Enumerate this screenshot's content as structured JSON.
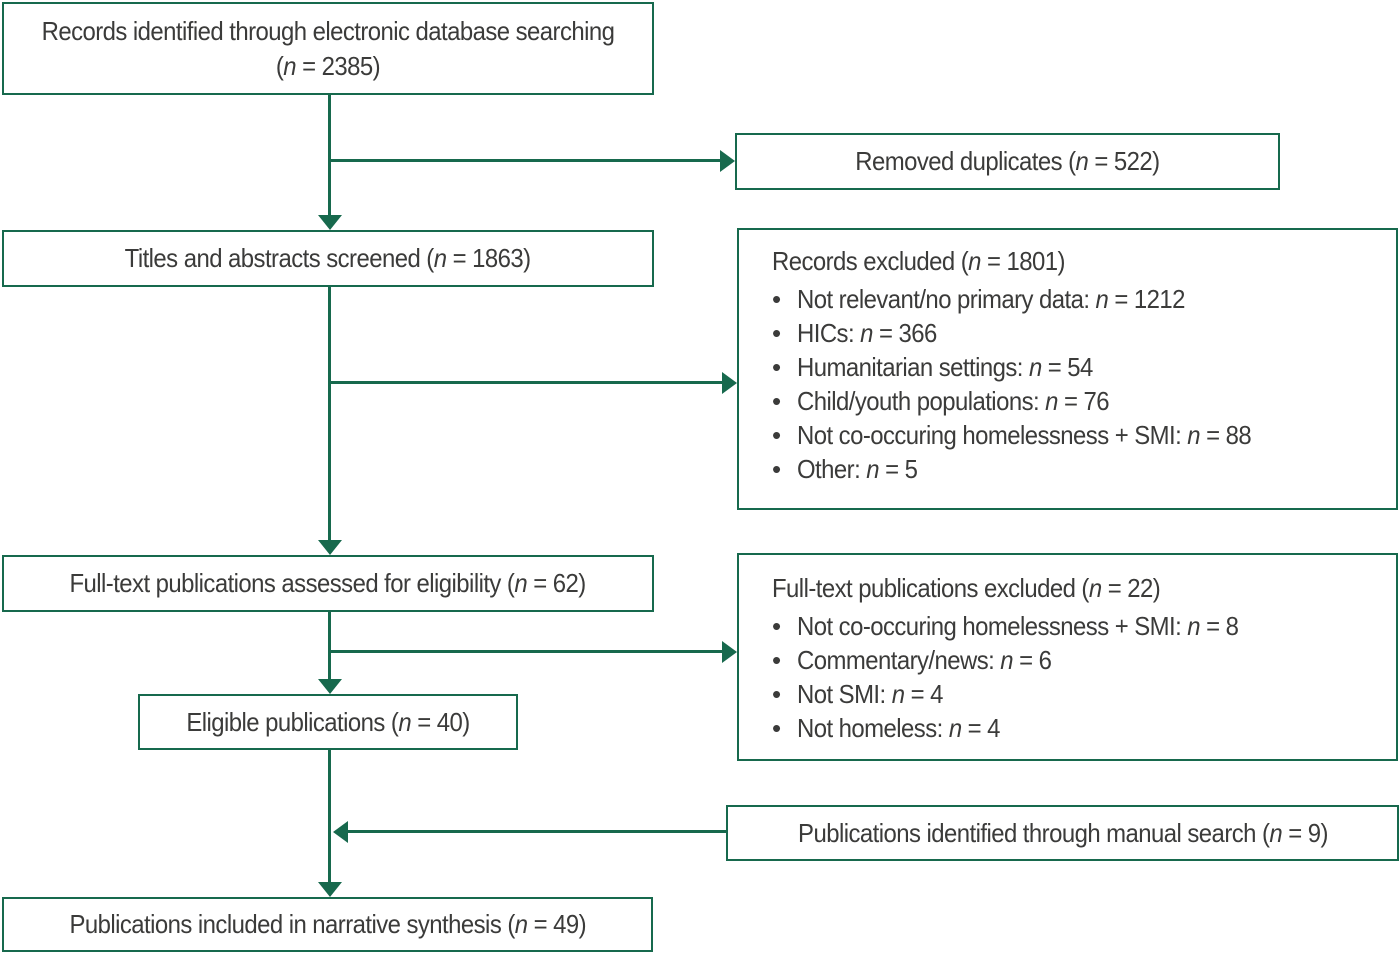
{
  "colors": {
    "accent_green": "#17694d",
    "text": "#3b3b3a",
    "background": "#ffffff"
  },
  "flowchart": {
    "boxes": {
      "records_identified": {
        "label": "Records identified through electronic database searching (n = 2385)"
      },
      "removed_duplicates": {
        "label": "Removed duplicates (n = 522)"
      },
      "titles_screened": {
        "label": "Titles and abstracts screened (n = 1863)"
      },
      "records_excluded": {
        "title": "Records excluded (n = 1801)",
        "bullet": "•",
        "items": [
          "Not relevant/no primary data: n = 1212",
          "HICs: n = 366",
          "Humanitarian settings: n = 54",
          "Child/youth populations: n = 76",
          "Not co-occuring homelessness + SMI:  n = 88",
          "Other: n = 5"
        ]
      },
      "fulltext_assessed": {
        "label": "Full-text publications assessed for eligibility (n = 62)"
      },
      "fulltext_excluded": {
        "title": "Full-text publications excluded (n = 22)",
        "bullet": "•",
        "items": [
          "Not co-occuring homelessness + SMI: n = 8",
          "Commentary/news: n = 6",
          "Not SMI: n = 4",
          "Not homeless: n = 4"
        ]
      },
      "eligible_publications": {
        "label": "Eligible publications (n = 40)"
      },
      "manual_search": {
        "label": "Publications identified through manual search (n = 9)"
      },
      "included_synthesis": {
        "label": "Publications included in narrative synthesis (n = 49)"
      }
    }
  }
}
